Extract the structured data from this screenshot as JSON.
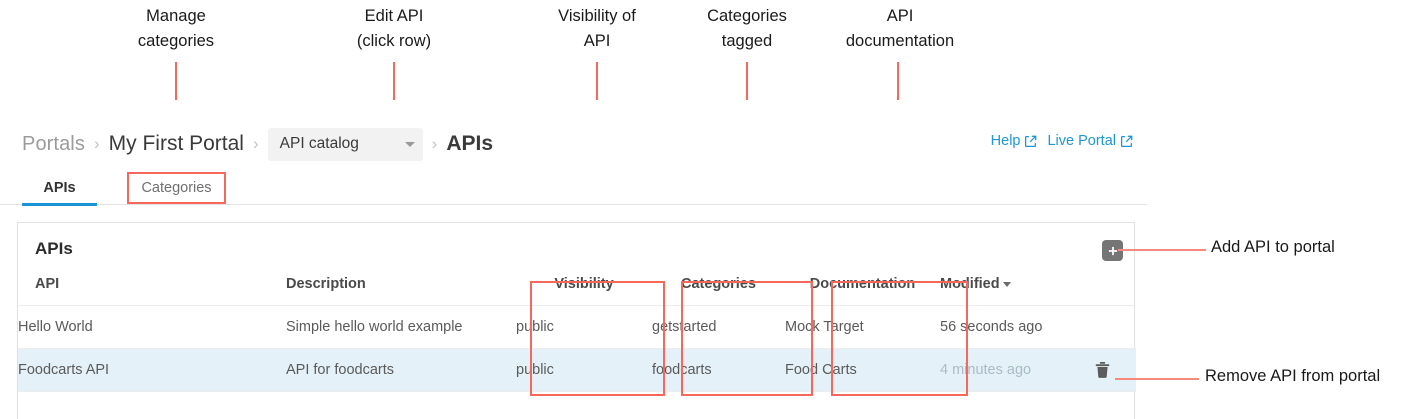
{
  "annotations": {
    "top": [
      {
        "id": "manage-categories",
        "text": "Manage\ncategories"
      },
      {
        "id": "edit-api",
        "text": "Edit API\n(click row)"
      },
      {
        "id": "visibility-of-api",
        "text": "Visibility of\nAPI"
      },
      {
        "id": "categories-tagged",
        "text": "Categories\ntagged"
      },
      {
        "id": "api-documentation",
        "text": "API\ndocumentation"
      }
    ],
    "right": [
      {
        "id": "add-api-to-portal",
        "text": "Add API to portal"
      },
      {
        "id": "remove-api-from-portal",
        "text": "Remove API from portal"
      }
    ],
    "accent_color": "#f4695c"
  },
  "breadcrumb": {
    "portals": "Portals",
    "portal_name": "My First Portal",
    "catalog_select": "API catalog",
    "current": "APIs",
    "separator": "›"
  },
  "header_links": [
    {
      "id": "help",
      "label": "Help",
      "icon": "external-link-icon"
    },
    {
      "id": "live-portal",
      "label": "Live Portal",
      "icon": "external-link-icon"
    }
  ],
  "tabs": [
    {
      "id": "apis",
      "label": "APIs",
      "active": true
    },
    {
      "id": "categories",
      "label": "Categories",
      "active": false
    }
  ],
  "card": {
    "title": "APIs",
    "add_button_icon": "plus-icon",
    "columns": [
      {
        "key": "api",
        "label": "API"
      },
      {
        "key": "description",
        "label": "Description"
      },
      {
        "key": "visibility",
        "label": "Visibility"
      },
      {
        "key": "categories",
        "label": "Categories"
      },
      {
        "key": "documentation",
        "label": "Documentation"
      },
      {
        "key": "modified",
        "label": "Modified",
        "sorted": true,
        "sort_dir": "desc"
      }
    ],
    "rows": [
      {
        "api": "Hello World",
        "description": "Simple hello world example",
        "visibility": "public",
        "categories": "getstarted",
        "documentation": "Mock Target",
        "modified": "56 seconds ago",
        "hovered": false
      },
      {
        "api": "Foodcarts API",
        "description": "API for foodcarts",
        "visibility": "public",
        "categories": "foodcarts",
        "documentation": "Food Carts",
        "modified": "4 minutes ago",
        "hovered": true,
        "delete_icon": "trash-icon"
      }
    ]
  },
  "colors": {
    "accent_blue": "#1c93d6",
    "link_blue": "#2196d4",
    "annotation_red": "#f4695c",
    "row_hover": "#e4f1f8"
  }
}
